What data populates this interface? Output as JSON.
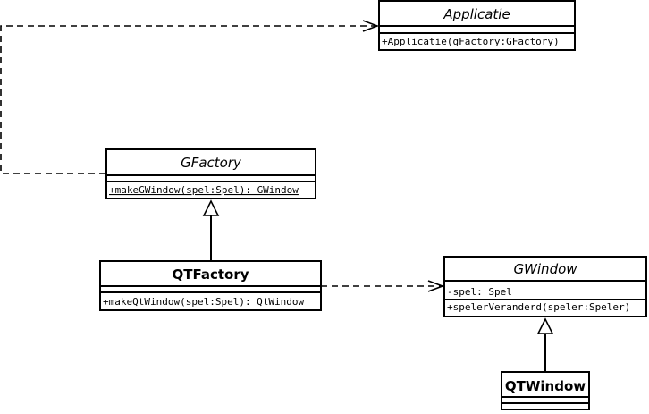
{
  "classes": {
    "applicatie": {
      "name": "Applicatie",
      "operations": [
        "+Applicatie(gFactory:GFactory)"
      ]
    },
    "gfactory": {
      "name": "GFactory",
      "operations": [
        "+makeGWindow(spel:Spel): GWindow"
      ]
    },
    "qtfactory": {
      "name": "QTFactory",
      "operations": [
        "+makeQtWindow(spel:Spel): QtWindow"
      ]
    },
    "gwindow": {
      "name": "GWindow",
      "attributes": [
        "-spel: Spel"
      ],
      "operations": [
        "+spelerVeranderd(speler:Speler)"
      ]
    },
    "qtwindow": {
      "name": "QTWindow"
    }
  }
}
